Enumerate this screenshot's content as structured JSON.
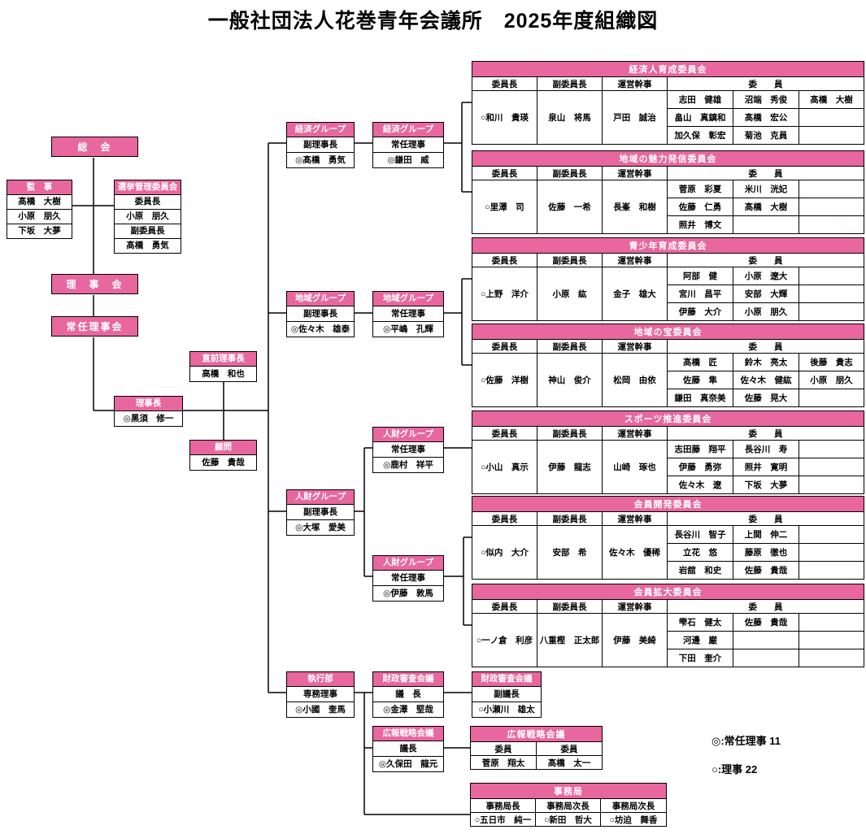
{
  "title": "一般社団法人花巻青年会議所　2025年度組織図",
  "soukai": "総　会",
  "rijikai": "理　事　会",
  "jounin_rijikai": "常任理事会",
  "kanji": {
    "title": "監　事",
    "m": [
      "髙橋　大樹",
      "小原　朋久",
      "下坂　大夢"
    ]
  },
  "senkyo": {
    "title": "選挙管理委員会",
    "m": [
      "委員長",
      "小原　朋久",
      "副委員長",
      "髙橋　勇気"
    ]
  },
  "chokuzen": {
    "title": "直前理事長",
    "name": "高橋　和也"
  },
  "rijicho": {
    "title": "理事長",
    "name": "◎黑須　修一"
  },
  "komon": {
    "title": "顧問",
    "name": "佐藤　貴哉"
  },
  "groups": [
    {
      "title": "経済グループ",
      "role": "副理事長",
      "name": "◎髙橋　勇気"
    },
    {
      "title": "経済グループ",
      "role": "常任理事",
      "name": "◎鎌田　威"
    },
    {
      "title": "地域グループ",
      "role": "副理事長",
      "name": "◎佐々木　雄泰"
    },
    {
      "title": "地域グループ",
      "role": "常任理事",
      "name": "◎平嶋　孔輝"
    },
    {
      "title": "人財グループ",
      "role": "常任理事",
      "name": "◎鹿村　祥平"
    },
    {
      "title": "人財グループ",
      "role": "副理事長",
      "name": "◎大塚　愛美"
    },
    {
      "title": "人財グループ",
      "role": "常任理事",
      "name": "◎伊藤　敦馬"
    },
    {
      "title": "執行部",
      "role": "専務理事",
      "name": "◎小國　奎馬"
    },
    {
      "title": "財政審査会議",
      "role": "議　長",
      "name": "◎金澤　堅哉"
    },
    {
      "title": "財政審査会議",
      "role": "副議長",
      "name": "○小瀬川　雄太"
    },
    {
      "title": "広報戦略会議",
      "role": "議長",
      "name": "◎久保田　龍元"
    }
  ],
  "ch": {
    "chair": "委員長",
    "vice": "副委員長",
    "admin": "運営幹事",
    "member": "委　　員"
  },
  "committees": [
    {
      "name": "経済人育成委員会",
      "chair": "○和川　貴瑛",
      "vice": "泉山　将馬",
      "admin": "戸田　誠治",
      "members": [
        [
          "志田　健雄",
          "沼端　秀俊",
          "髙橋　大樹"
        ],
        [
          "畠山　真鎮和",
          "髙橋　宏公",
          ""
        ],
        [
          "加久保　彰宏",
          "菊池　克員",
          ""
        ]
      ]
    },
    {
      "name": "地域の魅力発信委員会",
      "chair": "○里澤　司",
      "vice": "佐藤　一希",
      "admin": "長峯　和樹",
      "members": [
        [
          "菅原　彩夏",
          "米川　洸妃",
          ""
        ],
        [
          "佐藤　仁勇",
          "髙橋　大樹",
          ""
        ],
        [
          "照井　博文",
          "",
          ""
        ]
      ]
    },
    {
      "name": "青少年育成委員会",
      "chair": "○上野　洋介",
      "vice": "小原　紘",
      "admin": "金子　雄大",
      "members": [
        [
          "阿部　健",
          "小原　遼大",
          ""
        ],
        [
          "宮川　昌平",
          "安部　大輝",
          ""
        ],
        [
          "伊藤　大介",
          "小原　朋久",
          ""
        ]
      ]
    },
    {
      "name": "地域の宝委員会",
      "chair": "○佐藤　洋樹",
      "vice": "神山　俊介",
      "admin": "松岡　由依",
      "members": [
        [
          "髙橋　匠",
          "鈴木　亮太",
          "後藤　貴志"
        ],
        [
          "佐藤　隼",
          "佐々木　健紘",
          "小原　朋久"
        ],
        [
          "鎌田　真奈美",
          "佐藤　晃大",
          ""
        ]
      ]
    },
    {
      "name": "スポーツ推進委員会",
      "chair": "○小山　真示",
      "vice": "伊藤　龍志",
      "admin": "山崎　琢也",
      "members": [
        [
          "志田藤　翔平",
          "長谷川　寿",
          ""
        ],
        [
          "伊藤　勇弥",
          "照井　寛明",
          ""
        ],
        [
          "佐々木　遼",
          "下坂　大夢",
          ""
        ]
      ]
    },
    {
      "name": "会員開発委員会",
      "chair": "○似内　大介",
      "vice": "安部　希",
      "admin": "佐々木　優稀",
      "members": [
        [
          "長谷川　智子",
          "上関　伸二",
          ""
        ],
        [
          "立花　悠",
          "藤原　徹也",
          ""
        ],
        [
          "岩舘　和史",
          "佐藤　貴哉",
          ""
        ]
      ]
    },
    {
      "name": "会員拡大委員会",
      "chair": "○一ノ倉　利彦",
      "vice": "八重樫　正太郎",
      "admin": "伊藤　美綺",
      "members": [
        [
          "雫石　健太",
          "佐藤　貴哉",
          ""
        ],
        [
          "河邊　巌",
          "",
          ""
        ],
        [
          "下田　奎介",
          "",
          ""
        ]
      ]
    }
  ],
  "kouhou": {
    "title": "広報戦略会議",
    "c1": "委員",
    "c2": "委員",
    "m1": "菅原　翔太",
    "m2": "髙橋　太一"
  },
  "jimu": {
    "title": "事務局",
    "r": [
      "事務局長",
      "事務局次長",
      "事務局次長"
    ],
    "m": [
      "○五日市　純一",
      "○新田　哲大",
      "○坊迫　舞香"
    ]
  },
  "legend": {
    "l1": "◎:常任理事 11",
    "l2": "○:理事 22"
  }
}
